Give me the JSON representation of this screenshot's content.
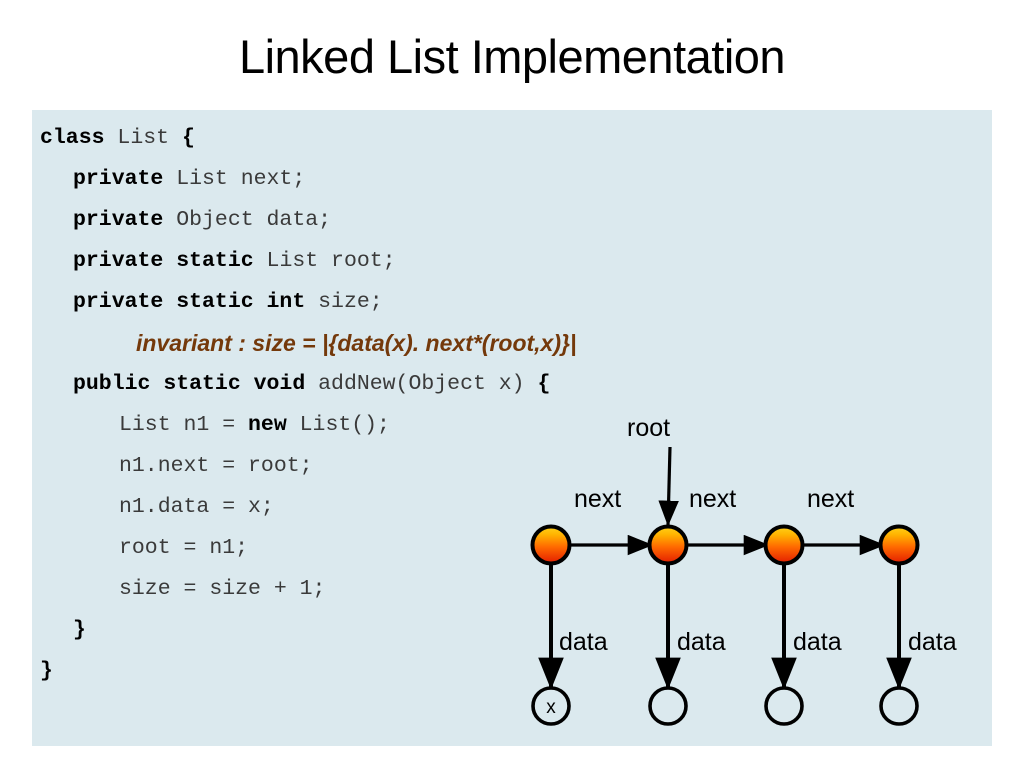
{
  "slide": {
    "title": "Linked List Implementation",
    "panel_bg": "#dbe9ee"
  },
  "code": {
    "font": "monospace",
    "keyword_color": "#000000",
    "text_color": "#3a3a3a",
    "lines": [
      {
        "indent": 0,
        "segments": [
          {
            "text": "class ",
            "bold": true
          },
          {
            "text": "List ",
            "bold": false
          },
          {
            "text": "{",
            "bold": true
          }
        ]
      },
      {
        "indent": 1,
        "segments": [
          {
            "text": "private ",
            "bold": true
          },
          {
            "text": "List next;",
            "bold": false
          }
        ]
      },
      {
        "indent": 1,
        "segments": [
          {
            "text": "private ",
            "bold": true
          },
          {
            "text": "Object data;",
            "bold": false
          }
        ]
      },
      {
        "indent": 1,
        "segments": [
          {
            "text": "private static ",
            "bold": true
          },
          {
            "text": "List root;",
            "bold": false
          }
        ]
      },
      {
        "indent": 1,
        "segments": [
          {
            "text": "private static int ",
            "bold": true
          },
          {
            "text": "size;",
            "bold": false
          }
        ]
      },
      {
        "indent": 1,
        "segments": [
          {
            "text": "public static void ",
            "bold": true
          },
          {
            "text": "addNew(Object x) ",
            "bold": false
          },
          {
            "text": "{",
            "bold": true
          }
        ]
      },
      {
        "indent": 2,
        "segments": [
          {
            "text": "List n1 = ",
            "bold": false
          },
          {
            "text": "new ",
            "bold": true
          },
          {
            "text": "List();",
            "bold": false
          }
        ]
      },
      {
        "indent": 2,
        "segments": [
          {
            "text": "n1.next = root;",
            "bold": false
          }
        ]
      },
      {
        "indent": 2,
        "segments": [
          {
            "text": "n1.data = x;",
            "bold": false
          }
        ]
      },
      {
        "indent": 2,
        "segments": [
          {
            "text": "root = n1;",
            "bold": false
          }
        ]
      },
      {
        "indent": 2,
        "segments": [
          {
            "text": "size = size + 1;",
            "bold": false
          }
        ]
      },
      {
        "indent": 1,
        "segments": [
          {
            "text": "}",
            "bold": true
          }
        ]
      },
      {
        "indent": 0,
        "segments": [
          {
            "text": "}",
            "bold": true
          }
        ]
      }
    ],
    "invariant": {
      "text": "invariant : size = |{data(x). next*(root,x)}|",
      "color": "#74390b",
      "after_line_index": 4
    }
  },
  "diagram": {
    "root_label": "root",
    "next_labels": [
      "next",
      "next",
      "next"
    ],
    "data_labels": [
      "data",
      "data",
      "data",
      "data"
    ],
    "data_node_values": [
      "x",
      "",
      "",
      ""
    ],
    "node_fill_top": "#ffc000",
    "node_fill_bottom": "#e62000",
    "node_stroke": "#000000",
    "arrow_color": "#000000",
    "list_node_count": 4
  }
}
